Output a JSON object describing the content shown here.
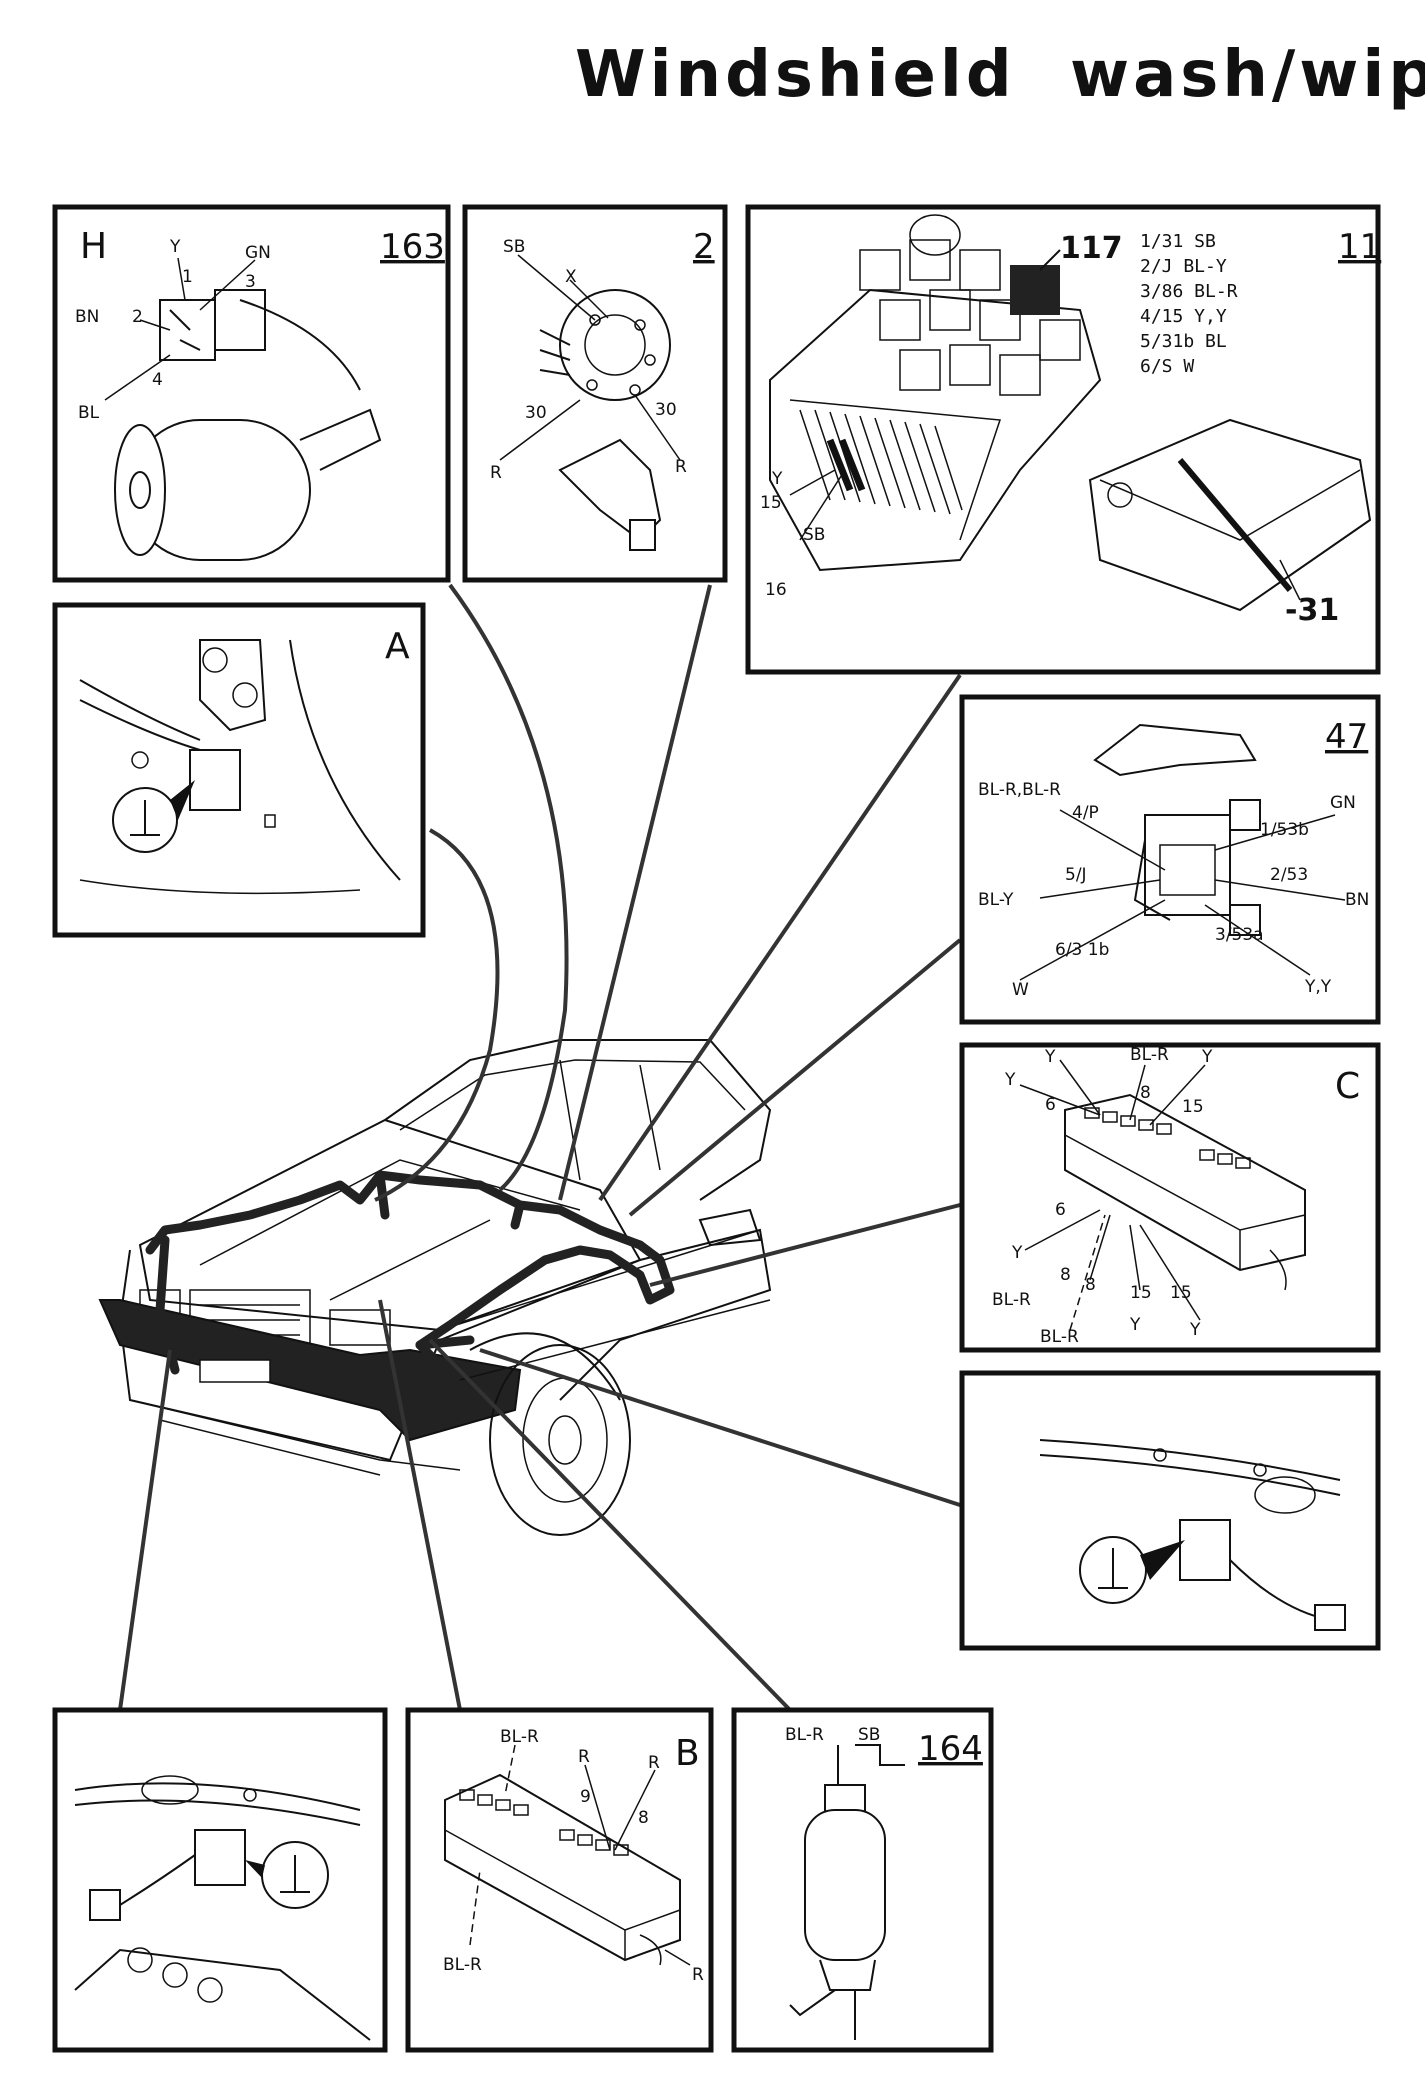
{
  "title": "Windshield  wash/wipe",
  "panels": {
    "H": {
      "letter": "H",
      "number": "163",
      "wires": {
        "y": "Y",
        "gn": "GN",
        "bn": "BN",
        "bl": "BL",
        "p1": "1",
        "p2": "2",
        "p3": "3",
        "p4": "4"
      }
    },
    "S2": {
      "number": "2",
      "wires": {
        "sb": "SB",
        "x": "X",
        "t30a": "30",
        "t30b": "30",
        "ra": "R",
        "rb": "R"
      }
    },
    "S11": {
      "number": "11",
      "relay": "117",
      "ground": "-31",
      "legend": [
        "1/31 SB",
        "2/J BL-Y",
        "3/86 BL-R",
        "4/15 Y,Y",
        "5/31b BL",
        "6/S W"
      ],
      "wires": {
        "y": "Y",
        "p15": "15",
        "sb": "SB",
        "p16": "16"
      }
    },
    "A": {
      "letter": "A"
    },
    "S47": {
      "number": "47",
      "wires": {
        "blr": "BL-R,BL-R",
        "p4p": "4/P",
        "gn": "GN",
        "p153b": "1/53b",
        "bly": "BL-Y",
        "p5j": "5/J",
        "p253": "2/53",
        "bn": "BN",
        "p631b": "6/3 1b",
        "w": "W",
        "p353a": "3/53a",
        "yy": "Y,Y"
      }
    },
    "C": {
      "letter": "C",
      "wires": {
        "y1": "Y",
        "blr1": "BL-R",
        "y2": "Y",
        "y3": "Y",
        "n6a": "6",
        "n8a": "8",
        "n15a": "15",
        "n6b": "6",
        "y4": "Y",
        "n8b": "8",
        "n8c": "8",
        "blr2": "BL-R",
        "blr3": "BL-R",
        "n15b": "15",
        "n15c": "15",
        "y5": "Y",
        "y6": "Y"
      }
    },
    "B": {
      "letter": "B",
      "wires": {
        "blr1": "BL-R",
        "r1": "R",
        "r2": "R",
        "n9": "9",
        "n8": "8",
        "blr2": "BL-R",
        "r3": "R"
      }
    },
    "S164": {
      "number": "164",
      "wires": {
        "blr": "BL-R",
        "sb": "SB"
      }
    }
  }
}
